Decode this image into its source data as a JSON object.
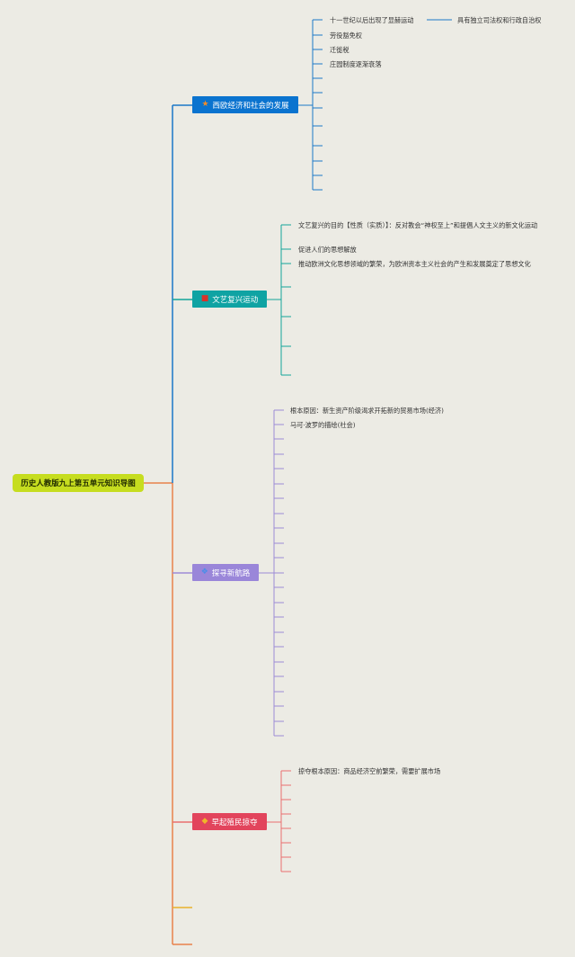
{
  "root": {
    "label": "历史人教版九上第五单元知识导图"
  },
  "colors": {
    "root": "#c6dd1f",
    "b1": "#0a73cf",
    "b1_line": "#1b78c8",
    "b1_icon": "#ee8b2a",
    "b2": "#0fa3a3",
    "b2_line": "#13a59a",
    "b2_icon": "#d8322a",
    "b3": "#9a86d9",
    "b3_line": "#9d8bd6",
    "b3_icon": "#4a8ee8",
    "b4": "#e2445c",
    "b4_line": "#ea6f6f",
    "b4_icon": "#f0b52a",
    "trunk_bottom": "#e8814b",
    "tail_yellow": "#e8b12b"
  },
  "branches": [
    {
      "label": "西欧经济和社会的发展",
      "icon": "star-icon",
      "leaves": [
        "十一世纪以后出现了显赫运动",
        "劳役豁免权",
        "迁徙税",
        "庄园制度逐渐衰落"
      ],
      "sub": "具有独立司法权和行政自治权"
    },
    {
      "label": "文艺复兴运动",
      "icon": "flag-icon",
      "leaves": [
        "文艺复兴的目的【性质（实质）】：反对教会“神权至上”和提倡人文主义的新文化运动",
        "促进人们的思想解放",
        "推动欧洲文化思想领域的繁荣，为欧洲资本主义社会的产生和发展奠定了思想文化"
      ]
    },
    {
      "label": "探寻新航路",
      "icon": "diamond-outline-icon",
      "leaves": [
        "根本原因：新生资产阶级渴求开拓新的贸易市场(经济)",
        "马可·波罗的描绘(社会)"
      ]
    },
    {
      "label": "早起殖民掠夺",
      "icon": "gem-icon",
      "leaves": [
        "掠夺根本原因：商品经济空前繁荣，需要扩展市场"
      ]
    }
  ]
}
